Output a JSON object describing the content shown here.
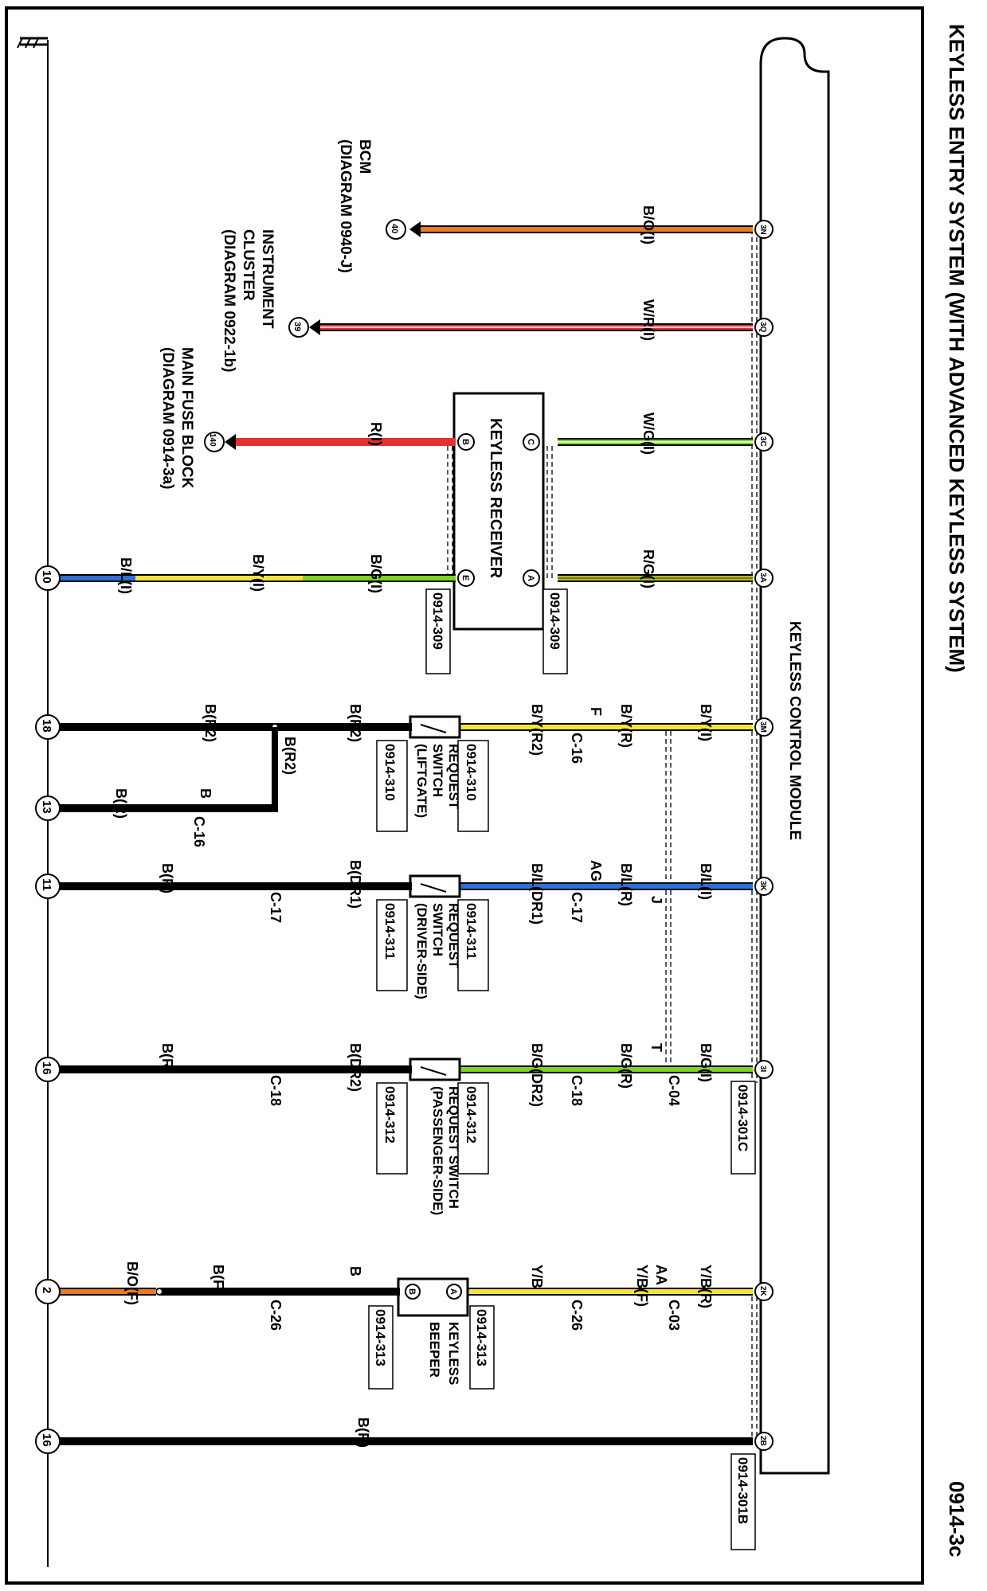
{
  "page": {
    "title": "KEYLESS ENTRY SYSTEM (WITH ADVANCED KEYLESS SYSTEM)",
    "page_number": "0914-3c"
  },
  "module": {
    "label": "KEYLESS CONTROL MODULE",
    "ground_symbol": "ground-icon"
  },
  "pins": [
    {
      "name": "3N",
      "color": "#e87b1e",
      "stripe": "#e87b1e",
      "wire": "B/O(I)"
    },
    {
      "name": "3Q",
      "color": "#e23232",
      "stripe": "#ffffff",
      "wire": "W/R(I)"
    },
    {
      "name": "3C",
      "color": "#7ed321",
      "stripe": "#ffffff",
      "wire": "W/G(I)"
    },
    {
      "name": "3A",
      "color": "#7ed321",
      "stripe": "#e23232",
      "wire": "R/G(I)"
    },
    {
      "name": "3M",
      "color": "#f5e43a",
      "stripe": "#000000",
      "wire": "B/Y(I)"
    },
    {
      "name": "3K",
      "color": "#2f6fd8",
      "stripe": "#000000",
      "wire": "B/L(I)"
    },
    {
      "name": "3I",
      "color": "#7ed321",
      "stripe": "#000000",
      "wire": "B/G(I)"
    },
    {
      "name": "2K",
      "color": "#f5e43a",
      "stripe": "#000000",
      "wire": "Y/B(R)"
    },
    {
      "name": "2B",
      "color": "#000000",
      "stripe": "#000000",
      "wire": "B(R)"
    }
  ],
  "connectors": {
    "main_c": "0914-301C",
    "main_b": "0914-301B"
  },
  "external": {
    "bcm": {
      "name": "BCM",
      "ref": "(DIAGRAM 0940-J)",
      "pin": "40"
    },
    "cluster": {
      "line1": "INSTRUMENT",
      "line2": "CLUSTER",
      "ref": "(DIAGRAM 0922-1b)",
      "pin": "39"
    },
    "fuse": {
      "name": "MAIN FUSE BLOCK",
      "ref": "(DIAGRAM 0914-3a)",
      "pin": "140"
    }
  },
  "receiver": {
    "name": "KEYLESS RECEIVER",
    "pins": [
      "C",
      "A",
      "B",
      "E"
    ],
    "connector": "0914-309",
    "wire_b": "R(I)",
    "wire_e": "B/G(I)",
    "wire_mid": "B/Y(I)",
    "wire_gnd": "B/L(I)",
    "ground": "10"
  },
  "liftgate": {
    "name1": "REQUEST",
    "name2": "SWITCH",
    "name3": "(LIFTGATE)",
    "connector": "0914-310",
    "wire_module_side": "B/Y(R)",
    "connector_in": "F",
    "connector_code": "C-16",
    "wire_switch_in": "B/Y(R2)",
    "wire_switch_out": "B(R2)",
    "wire_to_ground": "B(R2)",
    "branch_wire": "B(R2)",
    "ground": "18",
    "branch_connector": "B",
    "branch_code": "C-16",
    "branch_wire_ground": "B(R)",
    "branch_ground": "13"
  },
  "driver": {
    "name1": "REQUEST",
    "name2": "SWITCH",
    "name3": "(DRIVER-SIDE)",
    "connector": "0914-311",
    "wire_module_side": "B/L(R)",
    "connector_in": "AG",
    "connector_pin": "J",
    "connector_code": "C-17",
    "wire_switch_in": "B/L(DR1)",
    "wire_switch_out": "B(DR1)",
    "gnd_code": "C-17",
    "wire_ground": "B(R)",
    "ground": "11"
  },
  "passenger": {
    "name1": "REQUEST SWITCH",
    "name2": "(PASSENGER-SIDE)",
    "connector": "0914-312",
    "wire_module_side": "B/G(R)",
    "connector_in": "T",
    "connector_code": "C-04",
    "code2": "C-18",
    "wire_switch_in": "B/G(DR2)",
    "wire_switch_out": "B(DR2)",
    "gnd_code": "C-18",
    "wire_ground": "B(R)",
    "ground": "16"
  },
  "beeper": {
    "name1": "KEYLESS",
    "name2": "BEEPER",
    "pins": [
      "A",
      "B"
    ],
    "connector_a": "0914-313",
    "connector_b": "0914-313",
    "wire_module_side": "Y/B(F)",
    "connector_in": "AA",
    "connector_code": "C-03",
    "code2": "C-26",
    "wire_switch_in": "Y/B",
    "wire_switch_out": "B",
    "gnd_code": "C-26",
    "wire_ground1": "B(F)",
    "wire_ground2": "B/O(F)",
    "ground": "2"
  },
  "ground_2b": {
    "wire": "B(R)",
    "ground": "16"
  }
}
